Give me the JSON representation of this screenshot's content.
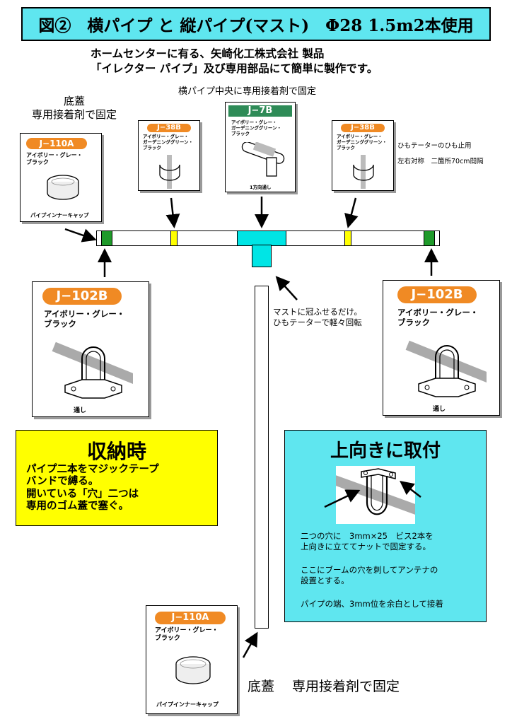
{
  "title": "図②　横パイプ と 縦パイプ(マスト)　Φ28 1.5m2本使用",
  "subtitle": {
    "line1": "ホームセンターに有る、矢崎化工株式会社 製品",
    "line2": "「イレクター パイプ」及び専用部品にて簡単に製作です。"
  },
  "top_caption": "横パイプ中央に専用接着剤で固定",
  "left_cap_label": {
    "line1": "底蓋",
    "line2": "専用接着剤で固定"
  },
  "right_note": {
    "line1": "ひもテーターのひも止用",
    "line2": "左右対称　二箇所70cm間隔"
  },
  "parts": {
    "j110a_top": {
      "code": "J−110A",
      "desc": "アイボリー・グレー・\nブラック",
      "caption": "パイプインナーキャップ"
    },
    "j38b_left": {
      "code": "J−38B",
      "desc": "アイボリー・グレー・\nガーデニンググリーン・\nブラック"
    },
    "j7b": {
      "code": "J−7B",
      "desc": "アイボリー・グレー・\nガーデニンググリーン・\nブラック",
      "caption": "1方向通し"
    },
    "j38b_right": {
      "code": "J−38B",
      "desc": "アイボリー・グレー・\nガーデニンググリーン・\nブラック"
    },
    "j102b_left": {
      "code": "J−102B",
      "desc": "アイボリー・グレー・\nブラック",
      "caption": "通し"
    },
    "j102b_right": {
      "code": "J−102B",
      "desc": "アイボリー・グレー・\nブラック",
      "caption": "通し"
    },
    "j110a_bottom": {
      "code": "J−110A",
      "desc": "アイボリー・グレー・\nブラック",
      "caption": "パイプインナーキャップ"
    }
  },
  "mast_note": {
    "line1": "マストに冠ふせるだけ。",
    "line2": "ひもテーターで軽々回転"
  },
  "storage": {
    "title": "収納時",
    "body": "パイプ二本をマジックテープ\nバンドで縛る。\n開いている「穴」二つは\n専用のゴム蓋で塞ぐ。"
  },
  "mount": {
    "title": "上向きに取付",
    "note1": "二つの穴に　3mm×25　ビス2本を\n上向きに立ててナットで固定する。",
    "note2": "ここにブームの穴を刺してアンテナの\n設置とする。",
    "note3": "パイプの端、3mm位を余白として接着"
  },
  "bottom_label": "底蓋　 専用接着剤で固定",
  "colors": {
    "title_bg": "#5fe6ef",
    "storage_bg": "#ffff00",
    "joint_green": "#1f9a2a",
    "joint_yellow": "#ffff00",
    "joint_cyan": "#00e5e5",
    "badge_orange": "#f08a24"
  }
}
